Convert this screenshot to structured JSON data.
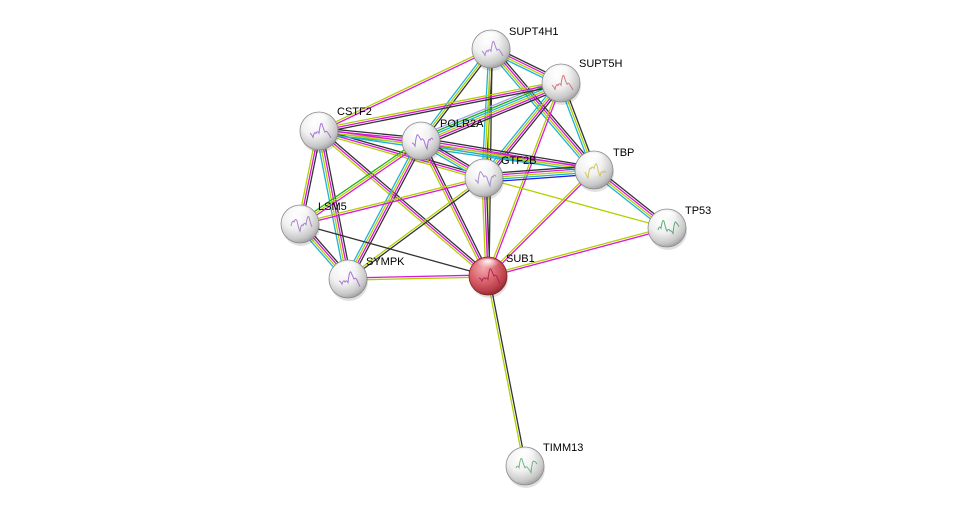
{
  "diagram": {
    "type": "protein-interaction-network",
    "query_protein": "SUB1",
    "evidence_colors": {
      "black": "#333333",
      "magenta": "#d81ad8",
      "yellow_green": "#b4d000",
      "cyan": "#1fb1d8",
      "green": "#22b01a",
      "blue": "#2222dd",
      "lavender": "#a8a0f0"
    },
    "nodes": [
      {
        "id": "SUPT4H1",
        "label": "SUPT4H1",
        "color": "#e8e8e8",
        "structure_color": "#a070d0"
      },
      {
        "id": "SUPT5H",
        "label": "SUPT5H",
        "color": "#e8e8e8",
        "structure_color": "#d06070"
      },
      {
        "id": "CSTF2",
        "label": "CSTF2",
        "color": "#e8e8e8",
        "structure_color": "#9a5ed0"
      },
      {
        "id": "POLR2A",
        "label": "POLR2A",
        "color": "#e8e8e8",
        "structure_color": "#9a5ed0"
      },
      {
        "id": "GTF2B",
        "label": "GTF2B",
        "color": "#e8e8e8",
        "structure_color": "#9a80c0"
      },
      {
        "id": "TBP",
        "label": "TBP",
        "color": "#e8e8e8",
        "structure_color": "#c8c050"
      },
      {
        "id": "TP53",
        "label": "TP53",
        "color": "#e8e8e8",
        "structure_color": "#40a060"
      },
      {
        "id": "LSM5",
        "label": "LSM5",
        "color": "#e8e8e8",
        "structure_color": "#9a70c0"
      },
      {
        "id": "SYMPK",
        "label": "SYMPK",
        "color": "#e8e8e8",
        "structure_color": "#9a5ed0"
      },
      {
        "id": "SUB1",
        "label": "SUB1",
        "color": "#d85a64",
        "structure_color": "#a0204a"
      },
      {
        "id": "TIMM13",
        "label": "TIMM13",
        "color": "#e8e8e8",
        "structure_color": "#5aa870"
      }
    ],
    "edges": [
      {
        "a": "SUPT4H1",
        "b": "SUPT5H",
        "ev": [
          "black",
          "magenta",
          "yellow_green",
          "cyan"
        ]
      },
      {
        "a": "SUPT4H1",
        "b": "POLR2A",
        "ev": [
          "black",
          "yellow_green",
          "cyan"
        ]
      },
      {
        "a": "SUPT4H1",
        "b": "GTF2B",
        "ev": [
          "black",
          "yellow_green",
          "cyan"
        ]
      },
      {
        "a": "SUPT4H1",
        "b": "TBP",
        "ev": [
          "black",
          "magenta",
          "yellow_green",
          "cyan"
        ]
      },
      {
        "a": "SUPT4H1",
        "b": "SUB1",
        "ev": [
          "black",
          "yellow_green"
        ]
      },
      {
        "a": "SUPT4H1",
        "b": "CSTF2",
        "ev": [
          "magenta",
          "yellow_green"
        ]
      },
      {
        "a": "SUPT5H",
        "b": "POLR2A",
        "ev": [
          "black",
          "magenta",
          "yellow_green",
          "cyan",
          "green",
          "lavender"
        ]
      },
      {
        "a": "SUPT5H",
        "b": "CSTF2",
        "ev": [
          "black",
          "magenta",
          "yellow_green"
        ]
      },
      {
        "a": "SUPT5H",
        "b": "GTF2B",
        "ev": [
          "black",
          "magenta",
          "yellow_green",
          "cyan"
        ]
      },
      {
        "a": "SUPT5H",
        "b": "TBP",
        "ev": [
          "black",
          "yellow_green",
          "cyan"
        ]
      },
      {
        "a": "SUPT5H",
        "b": "SUB1",
        "ev": [
          "magenta",
          "yellow_green"
        ]
      },
      {
        "a": "CSTF2",
        "b": "POLR2A",
        "ev": [
          "black",
          "magenta",
          "yellow_green",
          "cyan"
        ]
      },
      {
        "a": "CSTF2",
        "b": "GTF2B",
        "ev": [
          "black",
          "magenta",
          "yellow_green"
        ]
      },
      {
        "a": "CSTF2",
        "b": "TBP",
        "ev": [
          "magenta",
          "yellow_green",
          "cyan"
        ]
      },
      {
        "a": "CSTF2",
        "b": "LSM5",
        "ev": [
          "black",
          "magenta",
          "yellow_green"
        ]
      },
      {
        "a": "CSTF2",
        "b": "SYMPK",
        "ev": [
          "black",
          "magenta",
          "yellow_green",
          "cyan"
        ]
      },
      {
        "a": "CSTF2",
        "b": "SUB1",
        "ev": [
          "black",
          "magenta",
          "yellow_green"
        ]
      },
      {
        "a": "POLR2A",
        "b": "GTF2B",
        "ev": [
          "black",
          "magenta",
          "yellow_green",
          "cyan"
        ]
      },
      {
        "a": "POLR2A",
        "b": "TBP",
        "ev": [
          "black",
          "magenta",
          "yellow_green",
          "cyan"
        ]
      },
      {
        "a": "POLR2A",
        "b": "LSM5",
        "ev": [
          "magenta",
          "yellow_green",
          "green"
        ]
      },
      {
        "a": "POLR2A",
        "b": "SYMPK",
        "ev": [
          "black",
          "magenta",
          "yellow_green",
          "cyan"
        ]
      },
      {
        "a": "POLR2A",
        "b": "SUB1",
        "ev": [
          "black",
          "magenta",
          "yellow_green"
        ]
      },
      {
        "a": "GTF2B",
        "b": "TBP",
        "ev": [
          "black",
          "magenta",
          "yellow_green",
          "cyan",
          "blue"
        ]
      },
      {
        "a": "GTF2B",
        "b": "TP53",
        "ev": [
          "yellow_green"
        ]
      },
      {
        "a": "GTF2B",
        "b": "SUB1",
        "ev": [
          "black",
          "magenta",
          "yellow_green"
        ]
      },
      {
        "a": "GTF2B",
        "b": "SYMPK",
        "ev": [
          "black",
          "yellow_green"
        ]
      },
      {
        "a": "GTF2B",
        "b": "LSM5",
        "ev": [
          "magenta",
          "yellow_green"
        ]
      },
      {
        "a": "TBP",
        "b": "TP53",
        "ev": [
          "black",
          "magenta",
          "yellow_green",
          "cyan"
        ]
      },
      {
        "a": "TBP",
        "b": "SUB1",
        "ev": [
          "magenta",
          "yellow_green"
        ]
      },
      {
        "a": "TP53",
        "b": "SUB1",
        "ev": [
          "magenta",
          "yellow_green"
        ]
      },
      {
        "a": "LSM5",
        "b": "SYMPK",
        "ev": [
          "black",
          "magenta",
          "yellow_green",
          "cyan"
        ]
      },
      {
        "a": "LSM5",
        "b": "SUB1",
        "ev": [
          "black"
        ]
      },
      {
        "a": "SYMPK",
        "b": "SUB1",
        "ev": [
          "magenta",
          "yellow_green"
        ]
      },
      {
        "a": "SUB1",
        "b": "TIMM13",
        "ev": [
          "black",
          "yellow_green"
        ]
      }
    ]
  }
}
